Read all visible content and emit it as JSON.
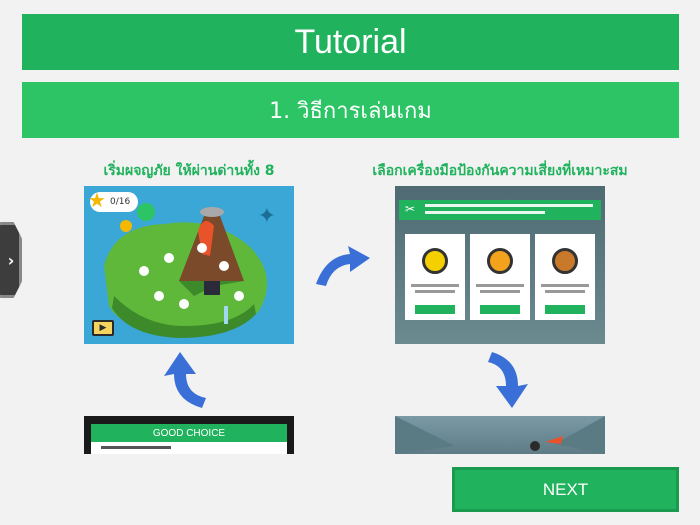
{
  "header": {
    "title": "Tutorial"
  },
  "section": {
    "title": "1. วิธีการเล่นเกม"
  },
  "steps": {
    "step1": {
      "label": "เริ่มผจญภัย ให้ผ่านด่านทั้ง 8",
      "score": "0/16"
    },
    "step2": {
      "label": "เลือกเครื่องมือป้องกันความเสี่ยงที่เหมาะสม"
    },
    "step3": {
      "label": "GOOD CHOICE"
    }
  },
  "footer": {
    "next_label": "NEXT"
  },
  "side_tab": {
    "icon": "chevron-right-icon",
    "glyph": "›"
  },
  "colors": {
    "accent": "#20b25c",
    "accent_light": "#2dc466",
    "arrow": "#3b6fd8",
    "background": "#f2f2f2"
  }
}
